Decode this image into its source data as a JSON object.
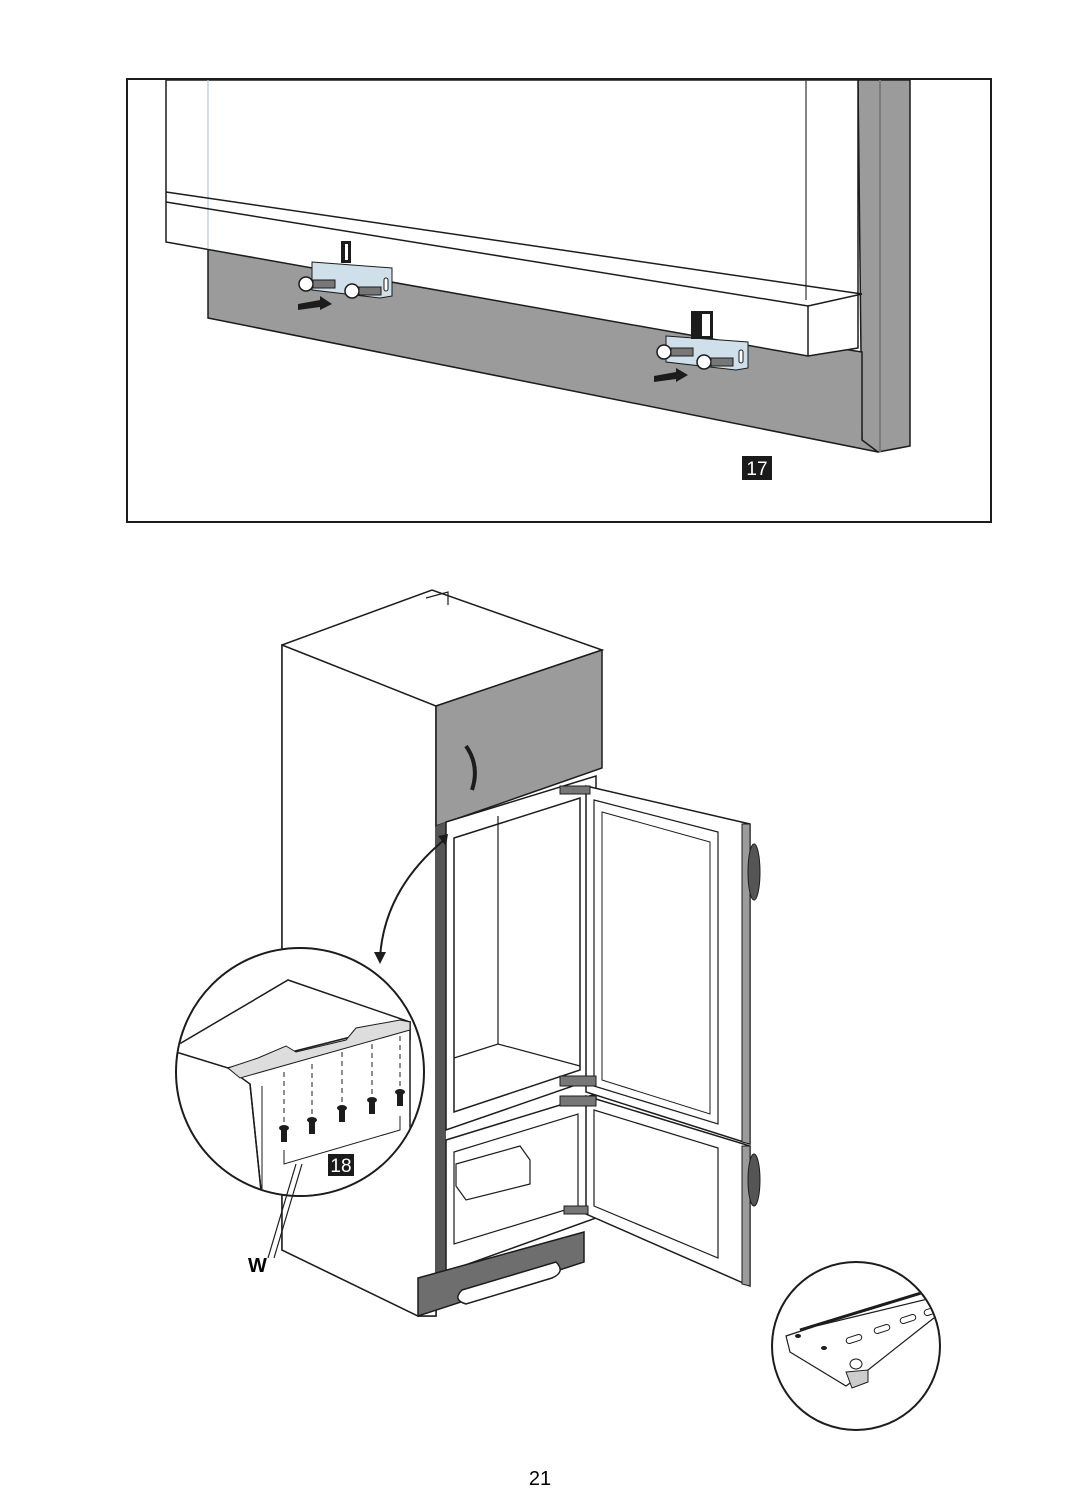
{
  "page": {
    "page_number": "21"
  },
  "figure_17": {
    "label": "17"
  },
  "figure_18": {
    "label": "18",
    "callout_letter": "W"
  },
  "colors": {
    "panel_gray": "#9b9b9b",
    "dark_gray": "#7a7a7a",
    "badge_bg": "#1a1a1a",
    "bracket_blue": "#cfe0ea",
    "line": "#1c1c1c"
  }
}
